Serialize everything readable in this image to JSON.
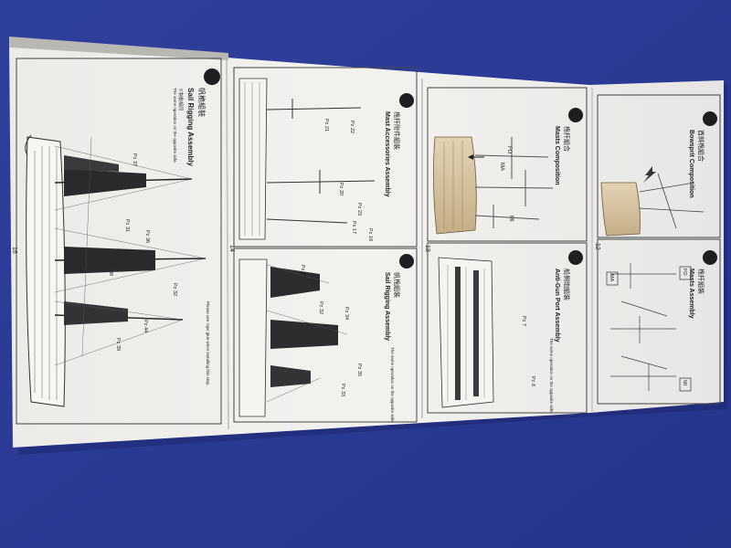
{
  "colors": {
    "background": "#2b3a93",
    "paper": "#f1f0ee",
    "ink": "#1e1e1e",
    "hull": "#d8c6a4"
  },
  "icons": [
    "step-number-icon",
    "ship-hull-icon",
    "rigging-lines-icon",
    "arrow-icon"
  ],
  "sheet": {
    "page_numbers": [
      "16",
      "14",
      "13",
      "12"
    ],
    "panels": [
      {
        "step": "17-4",
        "title_cn": "帆桅組裝",
        "title": "Sail Rigging Assembly",
        "note_cn": "※對側相同",
        "note": "The same operation on the opposite side.",
        "footer": "Please use rope glue when installing this step.",
        "parts": [
          "Pz 31",
          "Pz 36",
          "Pz 32",
          "Pz 37",
          "Pz 38",
          "Pz 44",
          "Pz 39"
        ]
      },
      {
        "step": "17-2",
        "title_cn": "桅杆附件組裝",
        "title": "Mast Accessories Assembly",
        "parts": [
          "Pz 21",
          "Pz 22",
          "Pz 20",
          "Pz 23",
          "Pz 17",
          "Pz 18"
        ]
      },
      {
        "step": "17-3",
        "title_cn": "帆桅組裝",
        "title": "Sail Rigging Assembly",
        "note": "The same operation on the opposite side.",
        "parts": [
          "Pz 31",
          "Pz 34",
          "Pz 32",
          "Pz 33",
          "Pz 35"
        ]
      },
      {
        "step": "17",
        "title_cn": "桅杆組合",
        "title": "Masts Composition",
        "labels": [
          "FO",
          "MA",
          "MI"
        ]
      },
      {
        "step": "17-1",
        "title_cn": "船側炮組裝",
        "title": "Anti-Gun Port Assembly",
        "note": "The same operation on the opposite side.",
        "parts": [
          "Pz 7",
          "Pz 8"
        ]
      },
      {
        "step": "16",
        "title_cn": "首斜桅組合",
        "title": "Bowsprit Composition"
      },
      {
        "step": "16-1",
        "title_cn": "桅杆組裝",
        "title": "Masts Assembly",
        "labels": [
          "FO",
          "MA",
          "MI"
        ]
      }
    ]
  }
}
